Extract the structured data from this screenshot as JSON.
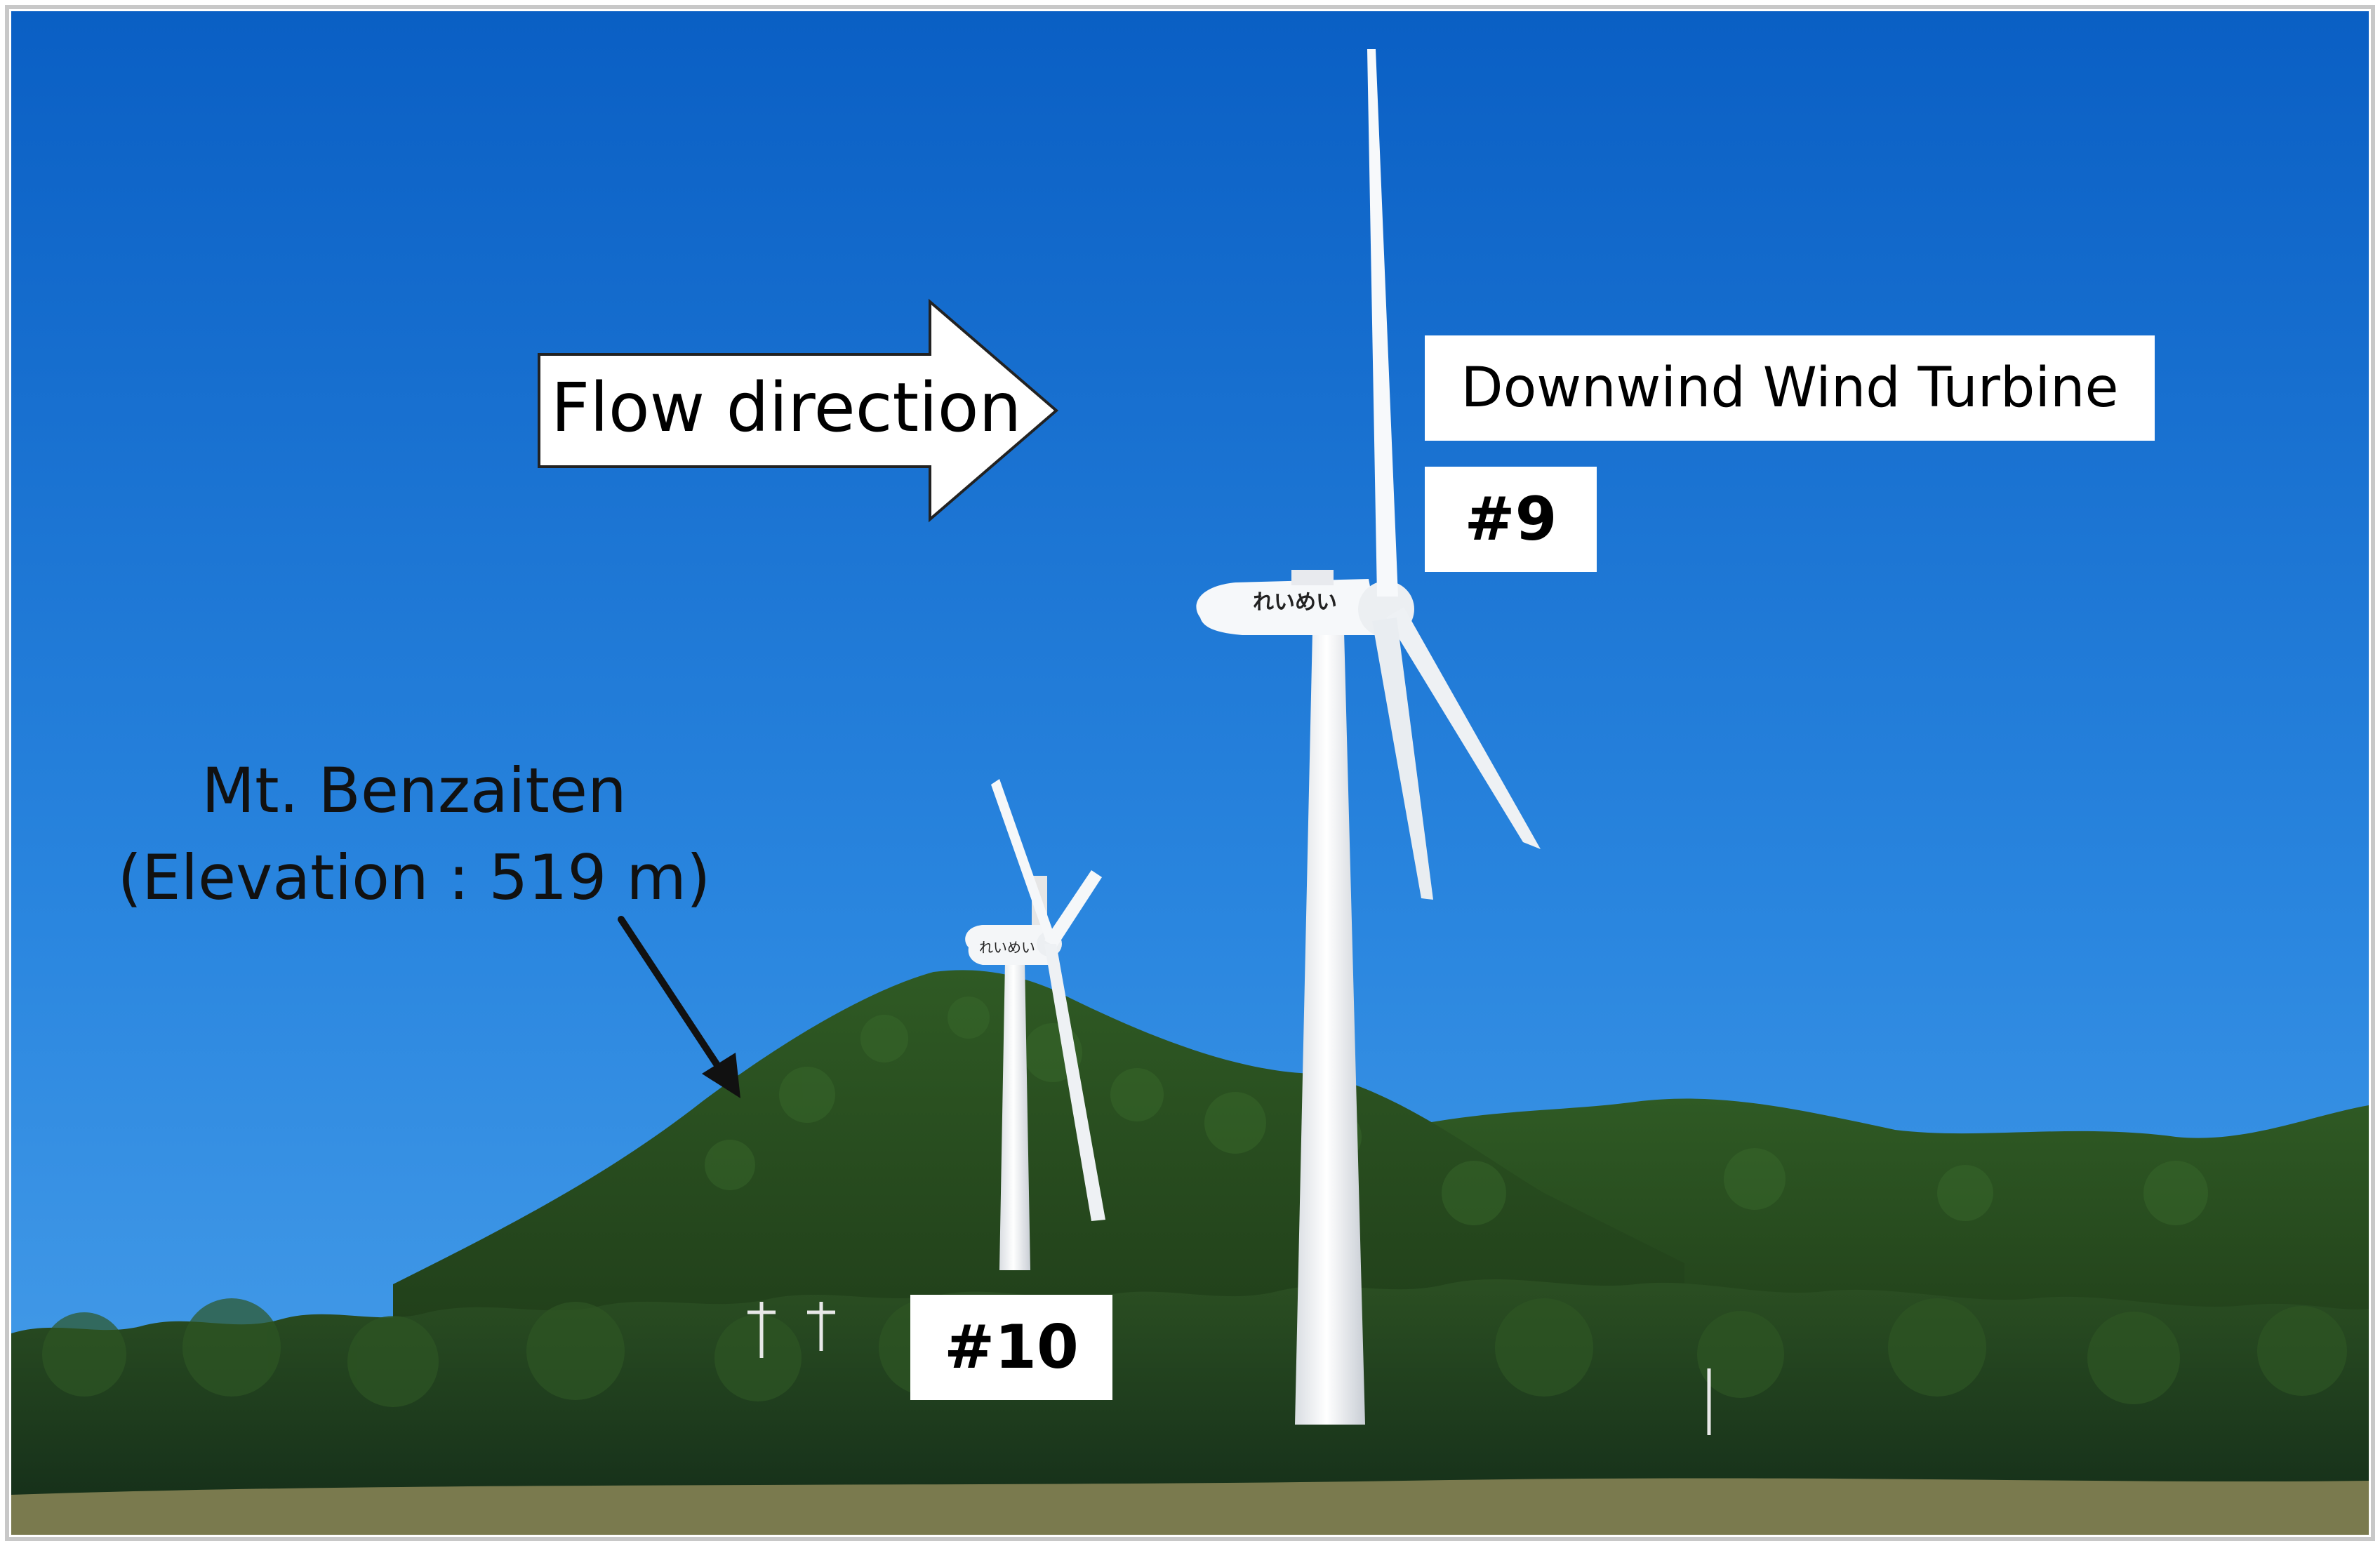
{
  "annotations": {
    "flow_direction": "Flow direction",
    "turbine_type": "Downwind Wind Turbine",
    "turbine_9": "#9",
    "turbine_10": "#10",
    "mountain_name": "Mt. Benzaiten",
    "mountain_elevation": "(Elevation : 519 m)"
  },
  "nacelle_text": "れいめい",
  "colors": {
    "sky_top": "#0a5fc4",
    "sky_bottom": "#3d97e8",
    "forest_dark": "#1f3d1a",
    "forest_mid": "#2f5a24",
    "grass": "#7a7a4e",
    "turbine": "#f2f4f6",
    "border": "#c8c8c8"
  }
}
